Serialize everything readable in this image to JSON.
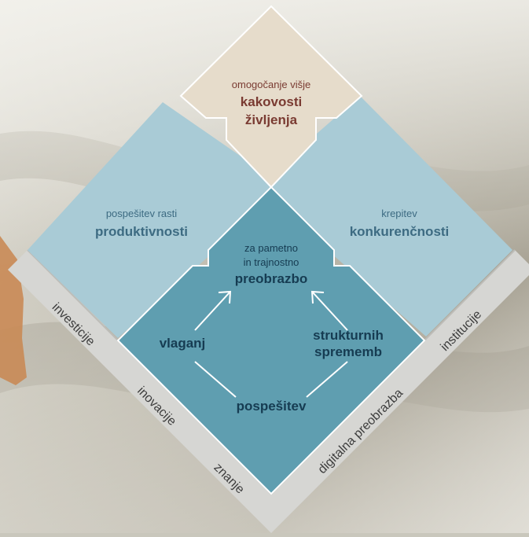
{
  "top_diamond": {
    "line1": "omogočanje višje",
    "line2": "kakovosti",
    "line3": "življenja"
  },
  "left_diamond": {
    "line1": "pospešitev rasti",
    "line2": "produktivnosti"
  },
  "right_diamond": {
    "line1": "krepitev",
    "line2": "konkurenčnosti"
  },
  "center_diamond": {
    "line1": "za pametno",
    "line2": "in trajnostno",
    "line3": "preobrazbo",
    "left_label": "vlaganj",
    "right_label_1": "strukturnih",
    "right_label_2": "sprememb",
    "bottom_label": "pospešitev"
  },
  "left_band": {
    "labels": [
      "investicije",
      "inovacije",
      "znanje"
    ]
  },
  "right_band": {
    "labels": [
      "digitalna preobrazba",
      "institucije"
    ]
  },
  "colors": {
    "top_fill": "#e6dccb",
    "top_text": "#7a3b32",
    "side_fill": "#a9cbd6",
    "side_text": "#3d6b82",
    "center_fill": "#5f9eb0",
    "center_text": "#163c52",
    "band_fill": "#d6d6d3",
    "band_text": "#3d3d3d"
  }
}
